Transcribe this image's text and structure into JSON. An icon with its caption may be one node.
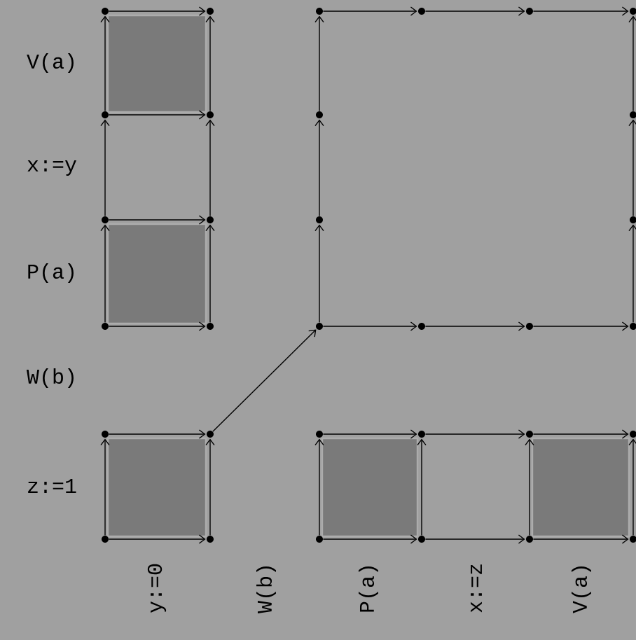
{
  "diagram": {
    "nodes": [
      {
        "text": [],
        "shape": "circle"
      },
      {
        "text": [],
        "shape": "circle"
      },
      {
        "text": [],
        "shape": "circle"
      },
      {
        "text": [],
        "shape": "circle"
      },
      {
        "text": [],
        "shape": "circle"
      },
      {
        "text": [],
        "shape": "circle"
      },
      {
        "text": [],
        "shape": "circle"
      },
      {
        "text": [],
        "shape": "circle"
      },
      {
        "text": [],
        "shape": "circle"
      },
      {
        "text": [],
        "shape": "circle"
      },
      {
        "text": [],
        "shape": "circle"
      },
      {
        "text": [],
        "shape": "circle"
      },
      {
        "text": [],
        "shape": "circle"
      },
      {
        "text": [],
        "shape": "circle"
      },
      {
        "text": [],
        "shape": "circle"
      },
      {
        "text": [],
        "shape": "circle"
      },
      {
        "text": [],
        "shape": "circle"
      },
      {
        "text": [],
        "shape": "circle"
      },
      {
        "text": [],
        "shape": "circle"
      },
      {
        "text": [],
        "shape": "circle"
      },
      {
        "text": [],
        "shape": "circle"
      },
      {
        "text": [],
        "shape": "circle"
      },
      {
        "text": [],
        "shape": "circle"
      },
      {
        "text": [],
        "shape": "circle"
      },
      {
        "text": [],
        "shape": "circle"
      },
      {
        "text": [],
        "shape": "circle"
      },
      {
        "text": [],
        "shape": "circle"
      },
      {
        "text": [],
        "shape": "circle"
      },
      {
        "text": [],
        "shape": "circle"
      },
      {
        "text": [],
        "shape": "circle"
      },
      {
        "text": [],
        "shape": "circle"
      },
      {
        "text": [],
        "shape": "circle"
      }
    ],
    "edges": [
      {
        "from": 0,
        "to": 1,
        "arrow": "to"
      },
      {
        "from": 2,
        "to": 3,
        "arrow": "to"
      },
      {
        "from": 3,
        "to": 4,
        "arrow": "to"
      },
      {
        "from": 4,
        "to": 5,
        "arrow": "to"
      },
      {
        "from": 6,
        "to": 7,
        "arrow": "to"
      },
      {
        "from": 10,
        "to": 11,
        "arrow": "to"
      },
      {
        "from": 14,
        "to": 15,
        "arrow": "to"
      },
      {
        "from": 16,
        "to": 17,
        "arrow": "to"
      },
      {
        "from": 17,
        "to": 18,
        "arrow": "to"
      },
      {
        "from": 18,
        "to": 19,
        "arrow": "to"
      },
      {
        "from": 20,
        "to": 21,
        "arrow": "to"
      },
      {
        "from": 22,
        "to": 23,
        "arrow": "to"
      },
      {
        "from": 23,
        "to": 24,
        "arrow": "to"
      },
      {
        "from": 24,
        "to": 25,
        "arrow": "to"
      },
      {
        "from": 26,
        "to": 27,
        "arrow": "to"
      },
      {
        "from": 28,
        "to": 29,
        "arrow": "to"
      },
      {
        "from": 29,
        "to": 30,
        "arrow": "to"
      },
      {
        "from": 30,
        "to": 31,
        "arrow": "to"
      },
      {
        "from": 6,
        "to": 0,
        "arrow": "to"
      },
      {
        "from": 7,
        "to": 1,
        "arrow": "to"
      },
      {
        "from": 10,
        "to": 6,
        "arrow": "to"
      },
      {
        "from": 11,
        "to": 7,
        "arrow": "to"
      },
      {
        "from": 14,
        "to": 10,
        "arrow": "to"
      },
      {
        "from": 15,
        "to": 11,
        "arrow": "to"
      },
      {
        "from": 8,
        "to": 2,
        "arrow": "to"
      },
      {
        "from": 12,
        "to": 8,
        "arrow": "to"
      },
      {
        "from": 16,
        "to": 12,
        "arrow": "to"
      },
      {
        "from": 9,
        "to": 5,
        "arrow": "to"
      },
      {
        "from": 13,
        "to": 9,
        "arrow": "to"
      },
      {
        "from": 19,
        "to": 13,
        "arrow": "to"
      },
      {
        "from": 26,
        "to": 20,
        "arrow": "to"
      },
      {
        "from": 27,
        "to": 21,
        "arrow": "to"
      },
      {
        "from": 28,
        "to": 22,
        "arrow": "to"
      },
      {
        "from": 29,
        "to": 23,
        "arrow": "to"
      },
      {
        "from": 30,
        "to": 24,
        "arrow": "to"
      },
      {
        "from": 31,
        "to": 25,
        "arrow": "to"
      },
      {
        "from": 21,
        "to": 16,
        "arrow": "to"
      }
    ],
    "labels": [
      "V(a)",
      "x:=y",
      "P(a)",
      "W(b)",
      "z:=1",
      "y:=0",
      "W(b)",
      "P(a)",
      "x:=z",
      "V(a)"
    ]
  }
}
